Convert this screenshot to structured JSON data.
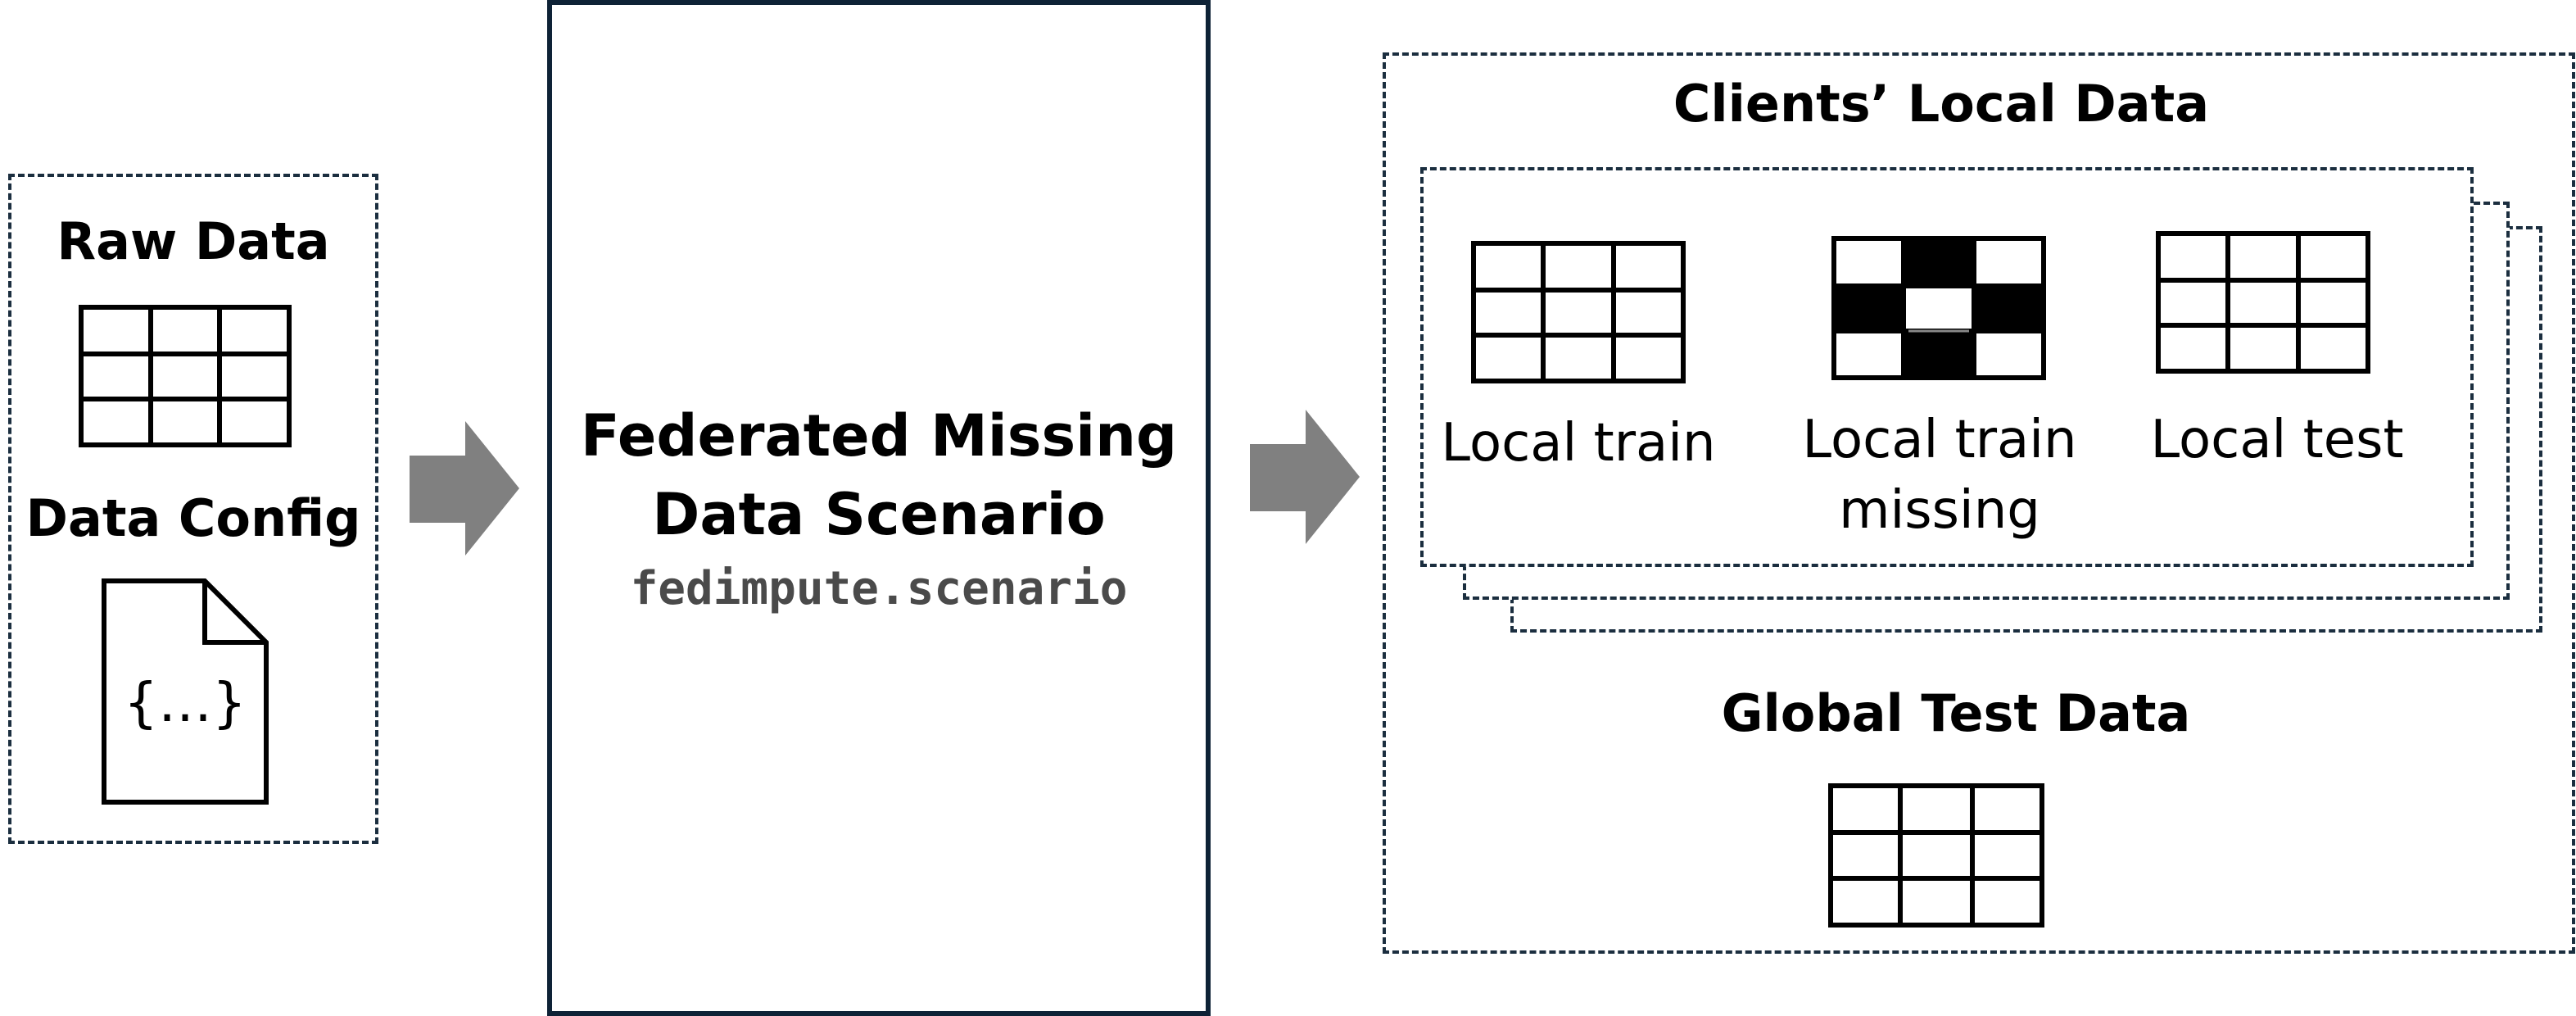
{
  "input": {
    "raw_data_label": "Raw Data",
    "data_config_label": "Data Config",
    "config_file_glyph": "{…}"
  },
  "scenario": {
    "title_line1": "Federated Missing",
    "title_line2": "Data Scenario",
    "module_name": "fedimpute.scenario"
  },
  "output": {
    "clients_title": "Clients’ Local Data",
    "local_train_label": "Local train",
    "local_train_missing_line1": "Local train",
    "local_train_missing_line2": "missing",
    "local_test_label": "Local test",
    "global_test_title": "Global Test Data"
  },
  "colors": {
    "border": "#0e2236",
    "arrow": "#808080",
    "missing_fill": "#000000"
  }
}
